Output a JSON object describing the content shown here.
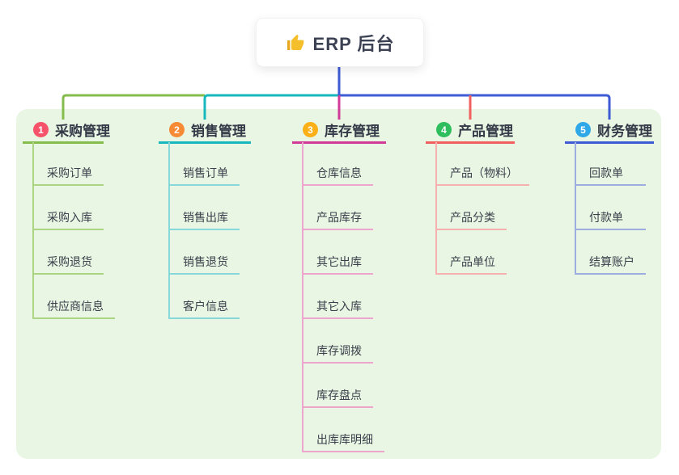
{
  "root": {
    "label": "ERP 后台",
    "icon": "thumbs-up-icon",
    "icon_color": "#F5BF2B"
  },
  "colors": {
    "canvas_bg": "#E8F6E3",
    "text_dark": "#343947",
    "child_text": "#3A3F4B"
  },
  "branches": [
    {
      "num": "1",
      "label": "采购管理",
      "color": "#84BD4C",
      "light": "#ABD583",
      "badge": "#F6536B",
      "children": [
        "采购订单",
        "采购入库",
        "采购退货",
        "供应商信息"
      ]
    },
    {
      "num": "2",
      "label": "销售管理",
      "color": "#16B8BE",
      "light": "#86D8DA",
      "badge": "#F78B35",
      "children": [
        "销售订单",
        "销售出库",
        "销售退货",
        "客户信息"
      ]
    },
    {
      "num": "3",
      "label": "库存管理",
      "color": "#D13B97",
      "light": "#EDA5CE",
      "badge": "#FBB017",
      "children": [
        "仓库信息",
        "产品库存",
        "其它出库",
        "其它入库",
        "库存调拨",
        "库存盘点",
        "出库库明细"
      ]
    },
    {
      "num": "4",
      "label": "产品管理",
      "color": "#F25F5F",
      "light": "#F7AFAF",
      "badge": "#2EBE5D",
      "children": [
        "产品（物料）",
        "产品分类",
        "产品单位"
      ]
    },
    {
      "num": "5",
      "label": "财务管理",
      "color": "#3D5BD5",
      "light": "#9DADE0",
      "badge": "#2FA8E8",
      "children": [
        "回款单",
        "付款单",
        "结算账户"
      ]
    }
  ]
}
